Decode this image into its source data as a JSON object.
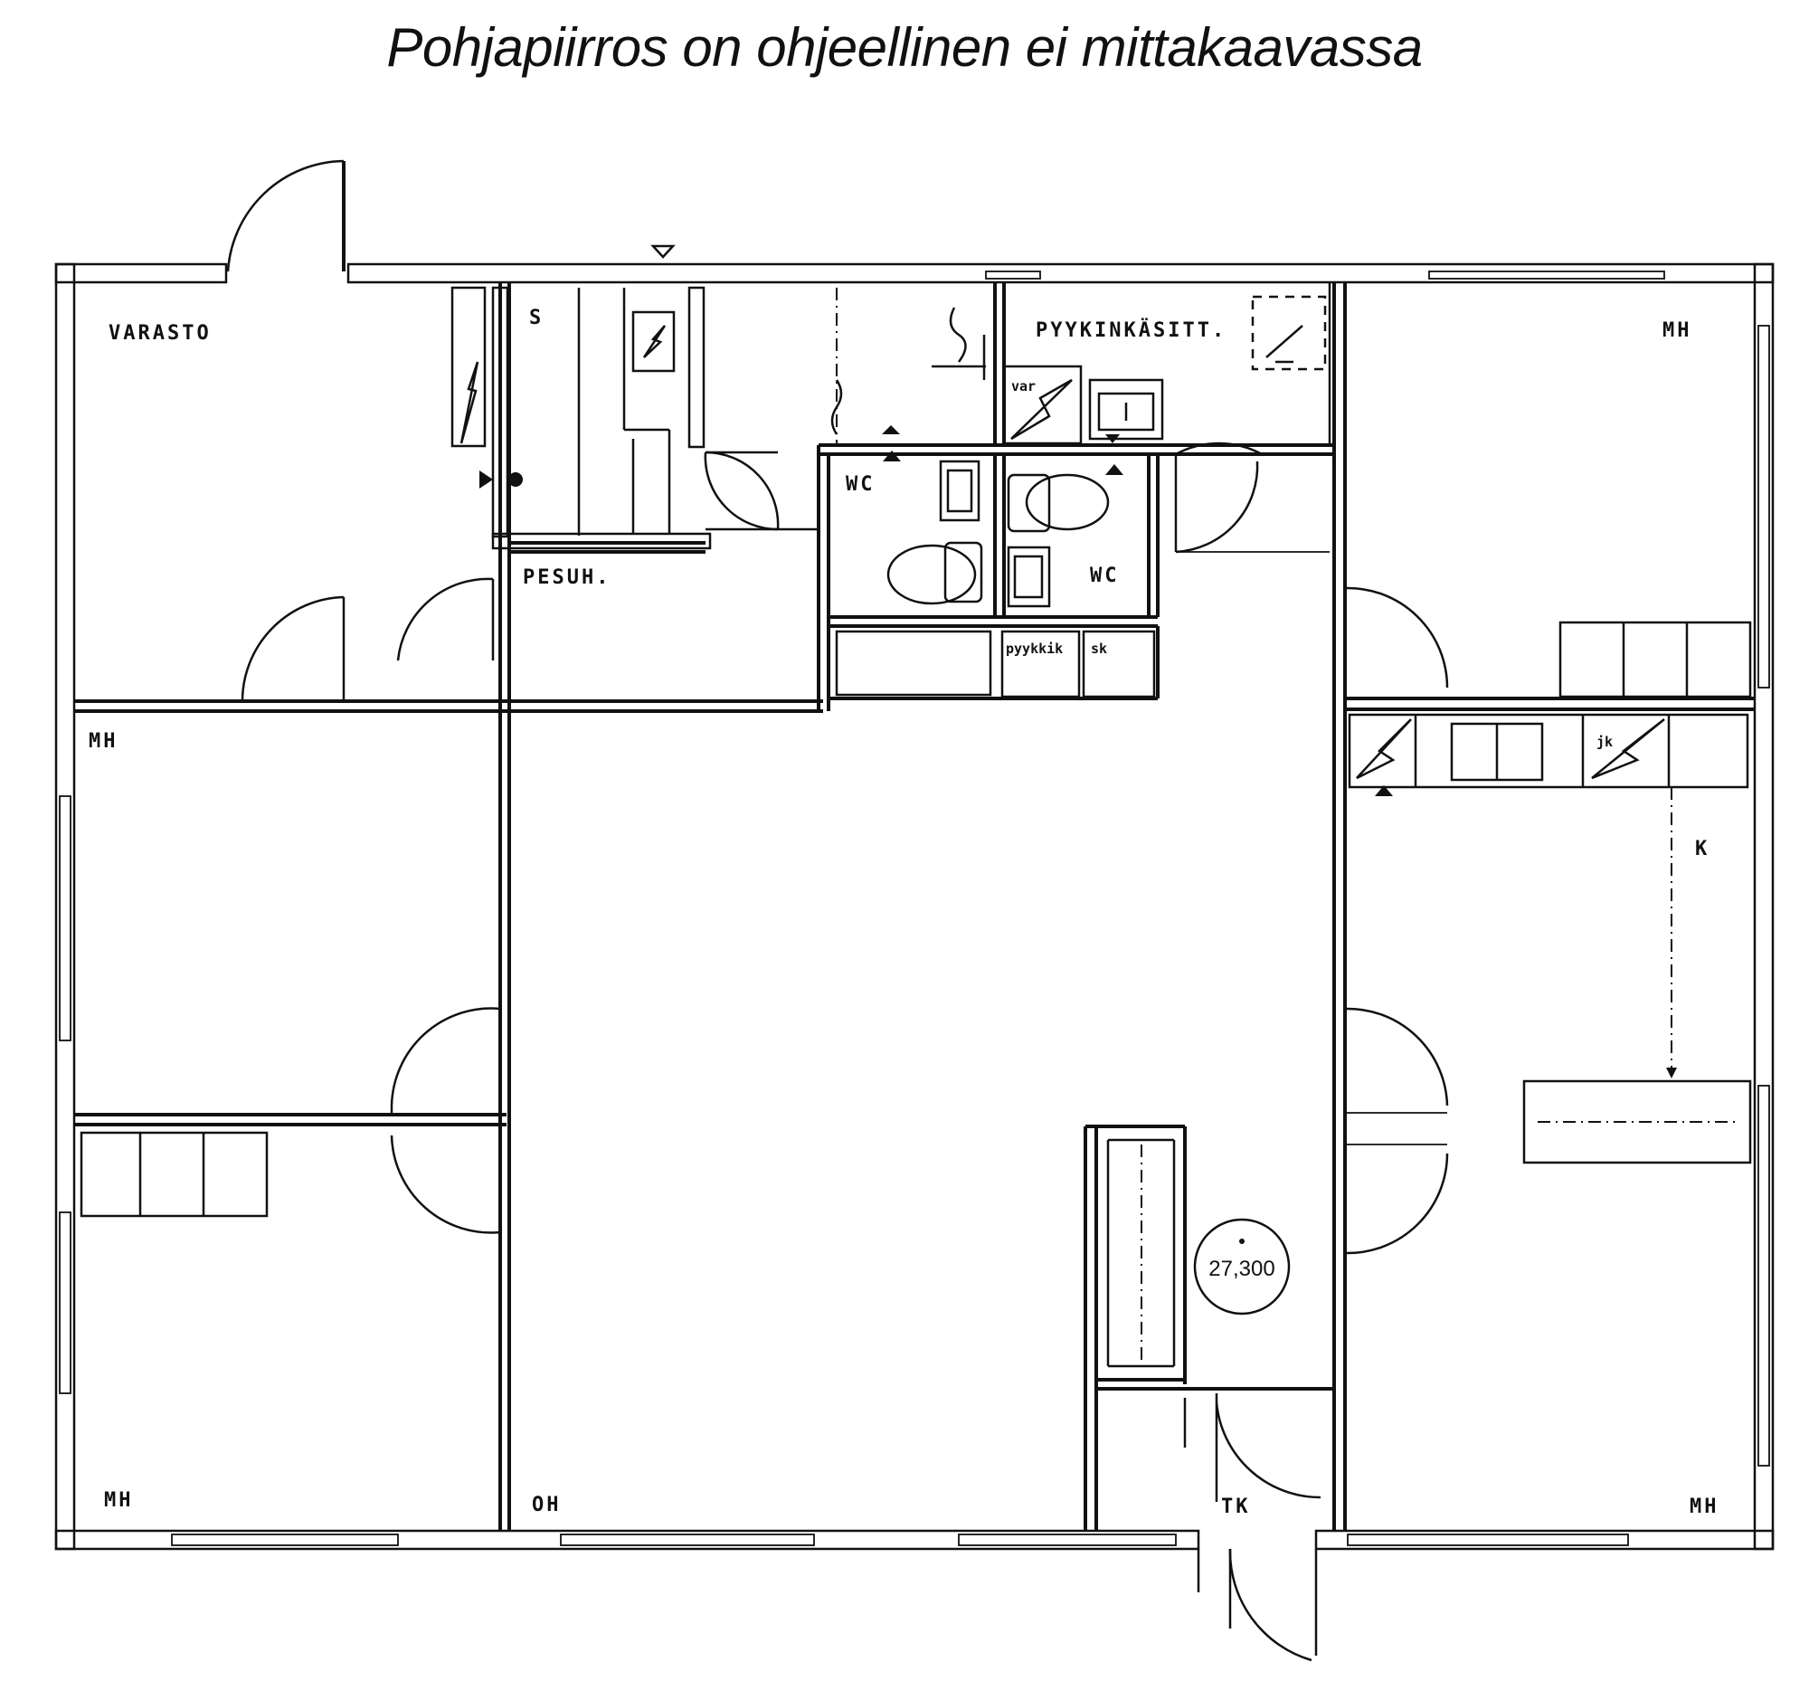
{
  "title": "Pohjapiirros on ohjeellinen ei mittakaavassa",
  "rooms": {
    "varasto": "VARASTO",
    "s": "S",
    "pyykinkasitt": "PYYKINKÄSITT.",
    "mh_top_right": "MH",
    "var": "var",
    "wc_left": "WC",
    "wc_right": "WC",
    "pesuh": "PESUH.",
    "pyykkik": "pyykkik",
    "sk": "sk",
    "mh_left": "MH",
    "k": "K",
    "mh_bottom_left": "MH",
    "oh": "OH",
    "tk": "TK",
    "mh_bottom_right": "MH",
    "jk": "jk"
  },
  "height_marker": "27,300"
}
